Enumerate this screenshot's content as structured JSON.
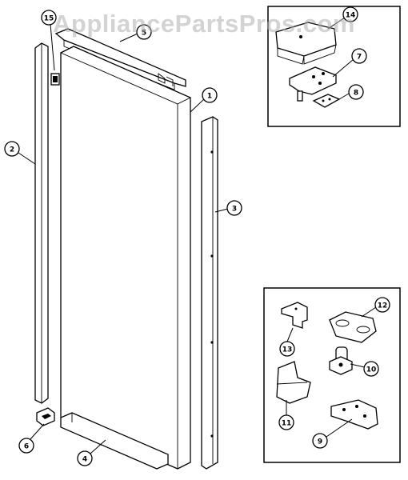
{
  "watermark": "AppliancePartsPros.com",
  "callouts": {
    "c1": "1",
    "c2": "2",
    "c3": "3",
    "c4": "4",
    "c5": "5",
    "c6": "6",
    "c7": "7",
    "c8": "8",
    "c9": "9",
    "c10": "10",
    "c11": "11",
    "c12": "12",
    "c13": "13",
    "c14": "14",
    "c15": "15"
  }
}
